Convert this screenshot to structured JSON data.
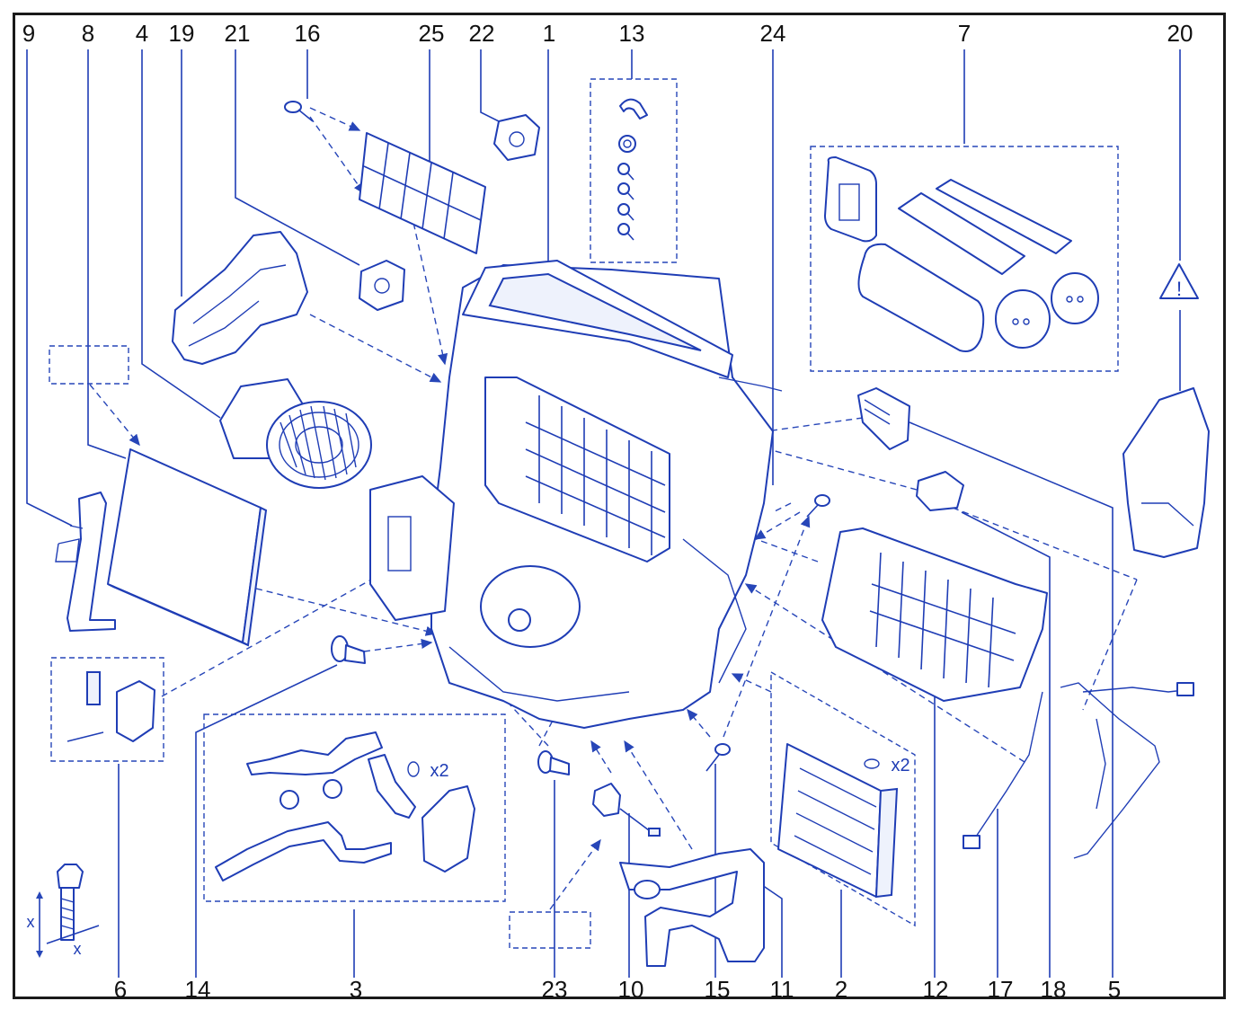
{
  "labels": {
    "top": [
      "9",
      "8",
      "4",
      "19",
      "21",
      "16",
      "25",
      "22",
      "1",
      "13",
      "24",
      "7",
      "20"
    ],
    "bottom": [
      "6",
      "14",
      "3",
      "23",
      "10",
      "15",
      "11",
      "2",
      "12",
      "17",
      "18",
      "5"
    ]
  },
  "quantities": {
    "seal_pair": "x2",
    "evaporator_seal": "x2"
  },
  "dimension_marks": {
    "vertical": "x",
    "horizontal": "x"
  },
  "warning_symbol": "!",
  "colors": {
    "line": "#1f3db5",
    "frame": "#1a1a1a",
    "text": "#111111"
  }
}
